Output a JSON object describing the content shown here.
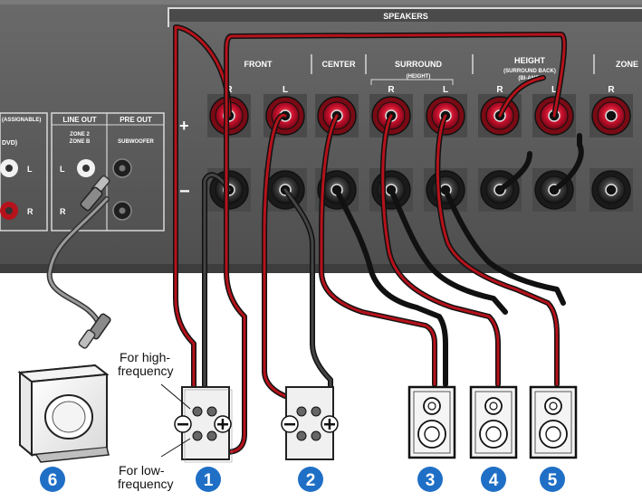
{
  "panel": {
    "speakers_header": "SPEAKERS",
    "front": "FRONT",
    "center": "CENTER",
    "surround": "SURROUND",
    "surround_sub": "(HEIGHT)",
    "height": "HEIGHT",
    "height_sub1": "(SURROUND BACK)",
    "height_sub2": "(BI-AMP)",
    "zone_partial": "ZONE",
    "ch_r": "R",
    "ch_l": "L",
    "plus": "+",
    "minus": "−",
    "assignable_partial": "(ASSIGNABLE)",
    "dvd_partial": "DVD)",
    "dvd_l": "L",
    "dvd_r": "R",
    "line_out": "LINE OUT",
    "zone2": "ZONE 2",
    "zoneb": "ZONE B",
    "pre_out": "PRE OUT",
    "subwoofer": "SUBWOOFER",
    "lo_l": "L",
    "lo_r": "R"
  },
  "annotations": {
    "high_line1": "For high-",
    "high_line2": "frequency",
    "low_line1": "For low-",
    "low_line2": "frequency"
  },
  "badges": [
    "1",
    "2",
    "3",
    "4",
    "5",
    "6"
  ],
  "colors": {
    "panel": "#5b5b5b",
    "panel_dark": "#3c3c3c",
    "terminal_red": "#c8102e",
    "terminal_black": "#2b2b2b",
    "cable_red": "#b5121b",
    "cable_black": "#1a1a1a",
    "badge_blue": "#1f6fc6"
  }
}
